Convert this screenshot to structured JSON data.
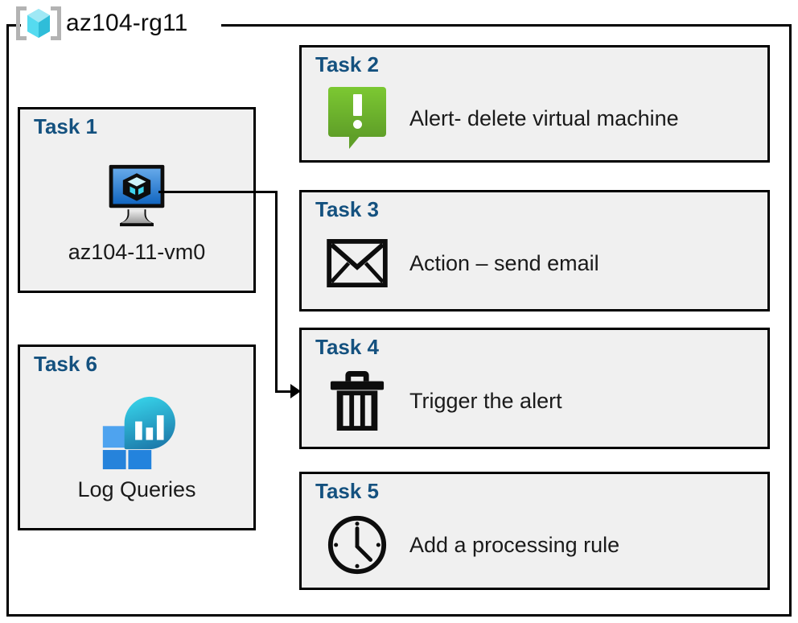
{
  "diagram": {
    "kind": "azure-resource-group-diagram",
    "resource_group": {
      "title": "az104-rg11",
      "icon": "resource-group-icon"
    },
    "left_column": [
      {
        "id": "task1",
        "label": "Task 1",
        "icon": "azure-virtual-machine-icon",
        "caption": "az104-11-vm0"
      },
      {
        "id": "task6",
        "label": "Task 6",
        "icon": "azure-log-analytics-icon",
        "caption": "Log Queries"
      }
    ],
    "right_column": [
      {
        "id": "task2",
        "label": "Task 2",
        "icon": "alert-bubble-icon",
        "text": "Alert- delete virtual machine"
      },
      {
        "id": "task3",
        "label": "Task 3",
        "icon": "envelope-icon",
        "text": "Action – send email"
      },
      {
        "id": "task4",
        "label": "Task 4",
        "icon": "trash-can-icon",
        "text": "Trigger the alert"
      },
      {
        "id": "task5",
        "label": "Task 5",
        "icon": "clock-icon",
        "text": "Add a processing rule"
      }
    ],
    "connector": {
      "from": "task1-vm-icon",
      "to": "task4-card",
      "arrow": "arrow-right"
    },
    "colors": {
      "task_label": "#14517f",
      "card_fill": "#f0f0f0",
      "card_border": "#000000",
      "alert_green_light": "#7cc832",
      "alert_green_dark": "#5f9f28",
      "vm_blue_light": "#5a9fe8",
      "vm_blue_dark": "#1266c0",
      "cube_cyan_light": "#9fe8f5",
      "cube_cyan": "#4dd8ef",
      "cube_cyan_dark": "#2fbdd9",
      "log_square_light": "#4ea3ef",
      "log_square_dark": "#2683db",
      "log_circle_top": "#32d0e8",
      "log_circle_bottom": "#1f7fae",
      "bracket_gray": "#b3b3b3",
      "text_dark": "#1a1a1a"
    }
  }
}
